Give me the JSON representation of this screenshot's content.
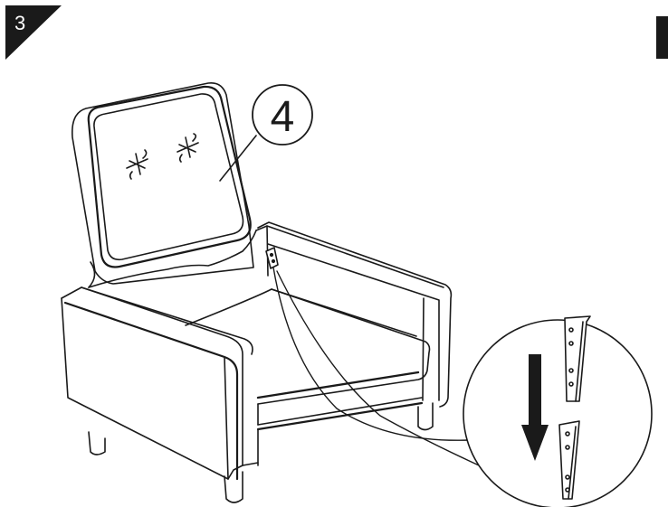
{
  "step": {
    "number": "3"
  },
  "callout": {
    "part_number": "4"
  },
  "icons": {
    "step_badge": "black-triangle-step-badge",
    "arrow": "down-arrow-icon",
    "bracket": "metal-bracket-icon"
  },
  "colors": {
    "ink": "#1a1a1a",
    "paper": "#ffffff",
    "badge": "#1a1a1a"
  }
}
